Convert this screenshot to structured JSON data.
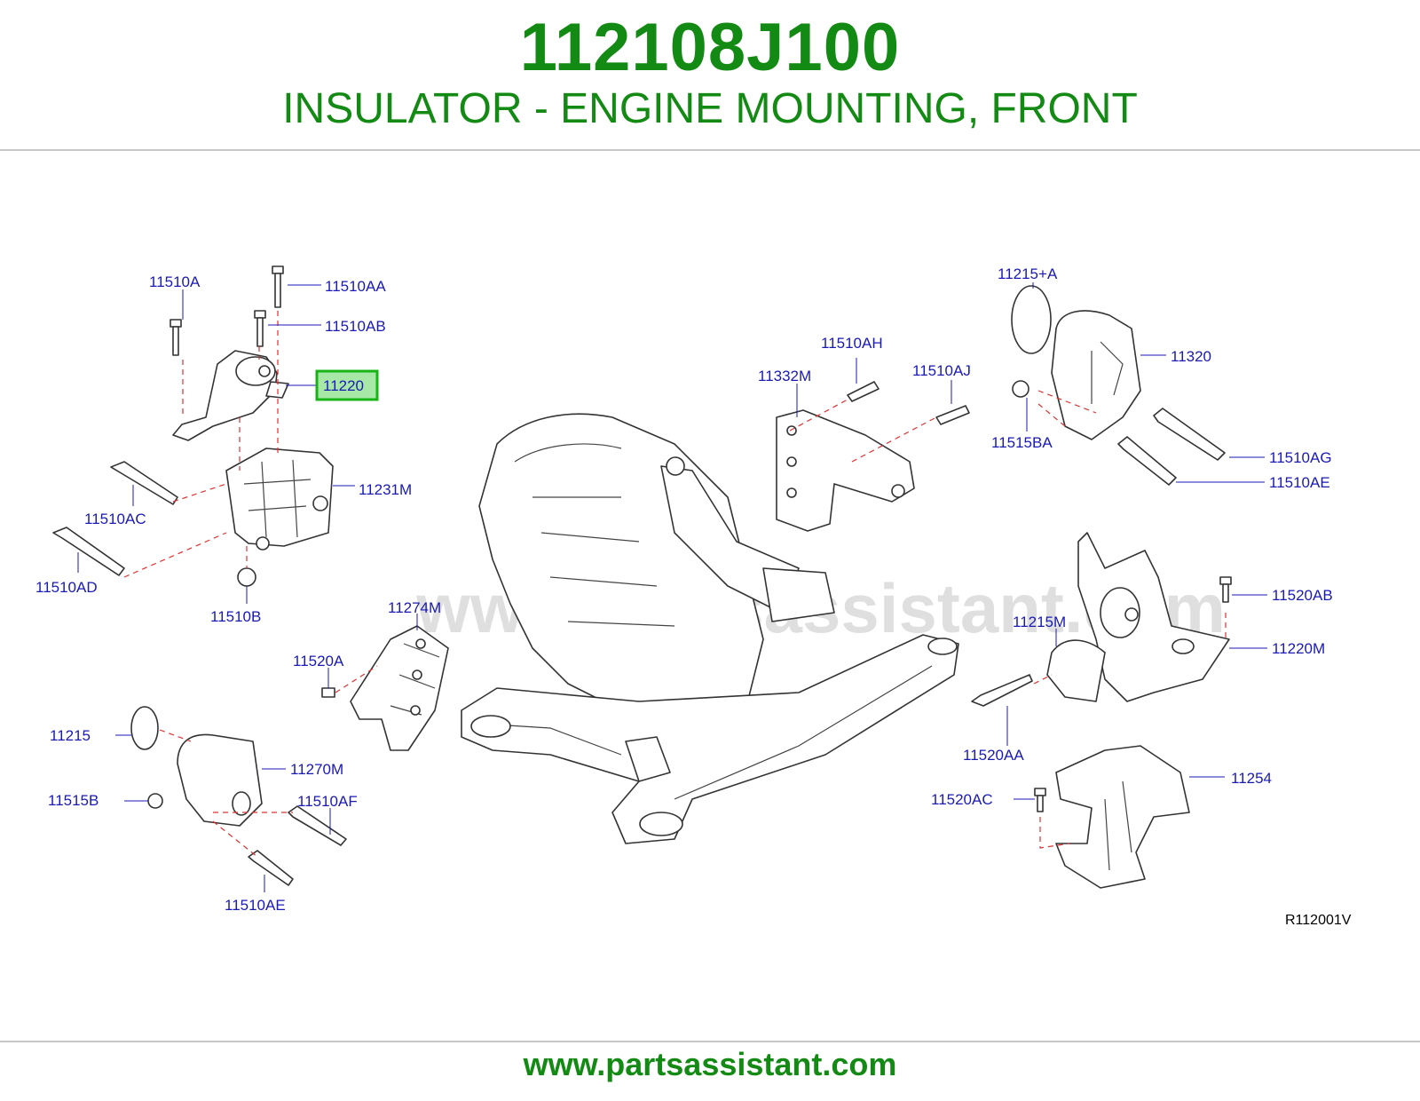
{
  "header": {
    "part_number": "112108J100",
    "description": "INSULATOR - ENGINE MOUNTING, FRONT"
  },
  "footer": {
    "website": "www.partsassistant.com"
  },
  "diagram": {
    "watermark": "www.partsassistant.com",
    "drawing_code": "R112001V",
    "highlighted_part": "11220",
    "highlight_color": "#17b317",
    "label_color": "#1a1ab4",
    "labels": {
      "p11510A": "11510A",
      "p11510AA": "11510AA",
      "p11510AB": "11510AB",
      "p11220": "11220",
      "p11231M": "11231M",
      "p11510AC": "11510AC",
      "p11510AD": "11510AD",
      "p11510B": "11510B",
      "p11274M": "11274M",
      "p11520A": "11520A",
      "p11215": "11215",
      "p11270M": "11270M",
      "p11515B": "11515B",
      "p11510AF": "11510AF",
      "p11510AE_left": "11510AE",
      "p11332M": "11332M",
      "p11510AH": "11510AH",
      "p11510AJ": "11510AJ",
      "p11215A": "11215+A",
      "p11320": "11320",
      "p11515BA": "11515BA",
      "p11510AG": "11510AG",
      "p11510AE_right": "11510AE",
      "p11520AB": "11520AB",
      "p11215M": "11215M",
      "p11220M": "11220M",
      "p11520AA": "11520AA",
      "p11254": "11254",
      "p11520AC": "11520AC"
    }
  }
}
